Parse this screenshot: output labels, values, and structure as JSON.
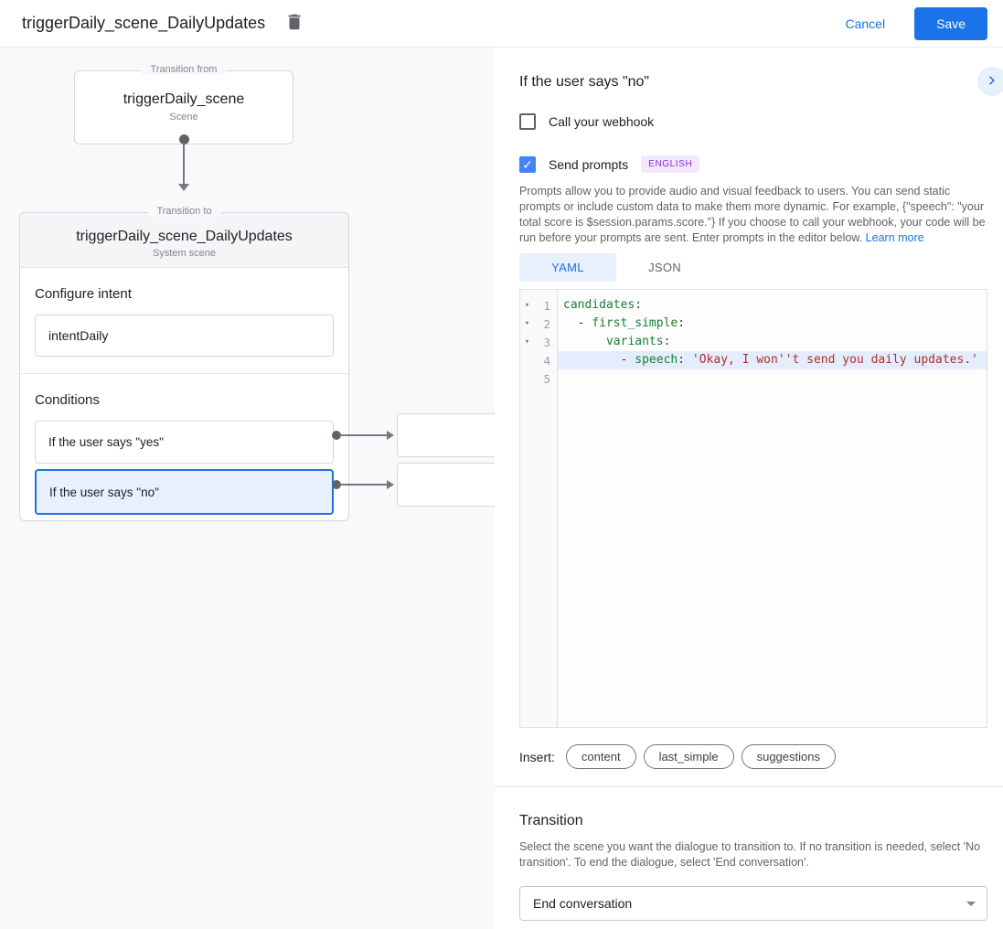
{
  "header": {
    "title": "triggerDaily_scene_DailyUpdates",
    "cancel_label": "Cancel",
    "save_label": "Save"
  },
  "canvas": {
    "transition_from": {
      "legend": "Transition from",
      "title": "triggerDaily_scene",
      "subtitle": "Scene"
    },
    "transition_to": {
      "legend": "Transition to",
      "title": "triggerDaily_scene_DailyUpdates",
      "subtitle": "System scene",
      "configure_intent_label": "Configure intent",
      "intent_value": "intentDaily",
      "conditions_label": "Conditions",
      "conditions": [
        {
          "label": "If the user says \"yes\"",
          "selected": false
        },
        {
          "label": "If the user says \"no\"",
          "selected": true
        }
      ]
    }
  },
  "panel": {
    "heading": "If the user says \"no\"",
    "webhook_checkbox": {
      "label": "Call your webhook",
      "checked": false
    },
    "prompts_checkbox": {
      "label": "Send prompts",
      "checked": true
    },
    "language_badge": "ENGLISH",
    "description": "Prompts allow you to provide audio and visual feedback to users. You can send static prompts or include custom data to make them more dynamic. For example, {\"speech\": \"your total score is $session.params.score.\"} If you choose to call your webhook, your code will be run before your prompts are sent. Enter prompts in the editor below. ",
    "learn_more_label": "Learn more",
    "tabs": [
      {
        "label": "YAML",
        "active": true
      },
      {
        "label": "JSON",
        "active": false
      }
    ],
    "editor": {
      "lines": [
        {
          "n": 1,
          "fold": true,
          "hl": false,
          "segments": [
            {
              "t": "candidates",
              "c": "key"
            },
            {
              "t": ":",
              "c": "punct"
            }
          ]
        },
        {
          "n": 2,
          "fold": true,
          "hl": false,
          "segments": [
            {
              "t": "  ",
              "c": "punct"
            },
            {
              "t": "- ",
              "c": "punct"
            },
            {
              "t": "first_simple",
              "c": "key"
            },
            {
              "t": ":",
              "c": "punct"
            }
          ]
        },
        {
          "n": 3,
          "fold": true,
          "hl": false,
          "segments": [
            {
              "t": "      ",
              "c": "punct"
            },
            {
              "t": "variants",
              "c": "key"
            },
            {
              "t": ":",
              "c": "punct"
            }
          ]
        },
        {
          "n": 4,
          "fold": false,
          "hl": true,
          "segments": [
            {
              "t": "        ",
              "c": "punct"
            },
            {
              "t": "- ",
              "c": "punct"
            },
            {
              "t": "speech",
              "c": "key"
            },
            {
              "t": ": ",
              "c": "punct"
            },
            {
              "t": "'Okay, I won''t send you daily updates.'",
              "c": "string"
            }
          ]
        },
        {
          "n": 5,
          "fold": false,
          "hl": false,
          "segments": []
        }
      ]
    },
    "insert_label": "Insert:",
    "insert_pills": [
      "content",
      "last_simple",
      "suggestions"
    ],
    "transition": {
      "heading": "Transition",
      "description": "Select the scene you want the dialogue to transition to. If no transition is needed, select 'No transition'. To end the dialogue, select 'End conversation'.",
      "dropdown_value": "End conversation"
    }
  },
  "colors": {
    "accent": "#1a73e8",
    "selected_condition_bg": "#e8f0fe",
    "checkbox_checked": "#4285f4",
    "language_badge_bg": "#f3e8fd",
    "language_badge_text": "#8430ce",
    "code_key": "#188038",
    "code_string": "#b32f2a",
    "code_line_highlight": "#e3edfb",
    "canvas_bg": "#f8f9fa"
  }
}
